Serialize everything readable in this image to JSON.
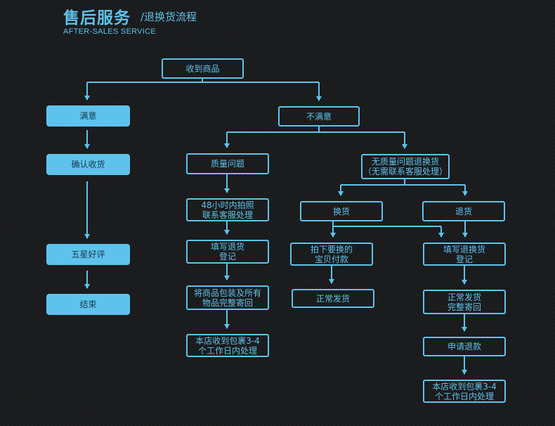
{
  "header": {
    "title": "售后服务",
    "subtitle": "/退换货流程",
    "subtitle_en": "AFTER-SALES SERVICE"
  },
  "colors": {
    "accent": "#5ec3ec",
    "background": "#1c1d1f",
    "filled_text": "#173a4c"
  },
  "nodes": {
    "receive": "收到商品",
    "satisfied": "满意",
    "confirm": "确认收货",
    "five_star": "五星好评",
    "end": "结束",
    "unsatisfied": "不满意",
    "quality": "质量问题",
    "no_quality": "无质量问题退换货\n（无需联系客服处理）",
    "photo": "48小时内拍照\n联系客服处理",
    "fill_return": "填写退货\n登记",
    "pack": "将商品包装及所有\n物品完整寄回",
    "store_receive_a": "本店收到包裹3-4\n个工作日内处理",
    "exchange": "换货",
    "refund": "退货",
    "order_pay": "拍下要换的\n宝贝付款",
    "ship": "正常发货",
    "fill_exchange": "填写退换货\n登记",
    "ship_back": "正常发货\n完整寄回",
    "apply_refund": "申请退款",
    "store_receive_b": "本店收到包裹3-4\n个工作日内处理"
  }
}
